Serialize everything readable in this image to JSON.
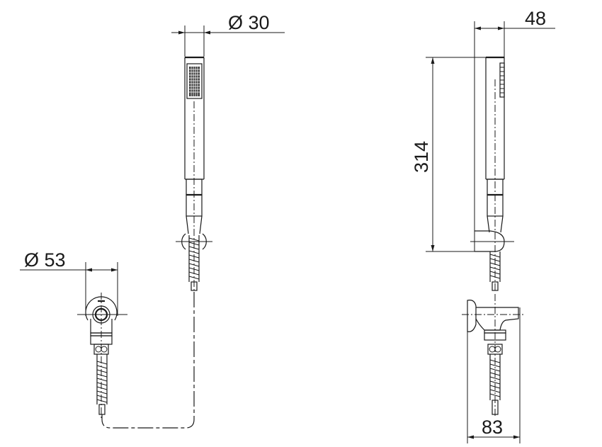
{
  "drawing": {
    "title": "Hand shower set with wall outlet elbow and holder - dimensioned drawing",
    "views": [
      "front-view",
      "side-view",
      "wall-outlet-side-view"
    ]
  },
  "dimensions": {
    "shower_head_diameter": {
      "label": "Ø 30",
      "symbol": "Ø",
      "value": "30"
    },
    "wall_outlet_diameter": {
      "label": "Ø 53",
      "symbol": "Ø",
      "value": "53"
    },
    "shower_head_depth": {
      "label": "48",
      "value": "48"
    },
    "shower_length": {
      "label": "314",
      "value": "314"
    },
    "wall_outlet_projection": {
      "label": "83",
      "value": "83"
    }
  },
  "colors": {
    "line": "#1a1a1a",
    "background": "#ffffff"
  }
}
